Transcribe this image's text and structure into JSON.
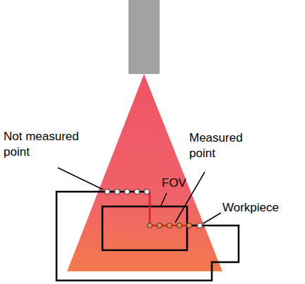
{
  "diagram": {
    "labels": [
      "Not measured point",
      "FOV",
      "Measured point",
      "Workpiece"
    ]
  }
}
